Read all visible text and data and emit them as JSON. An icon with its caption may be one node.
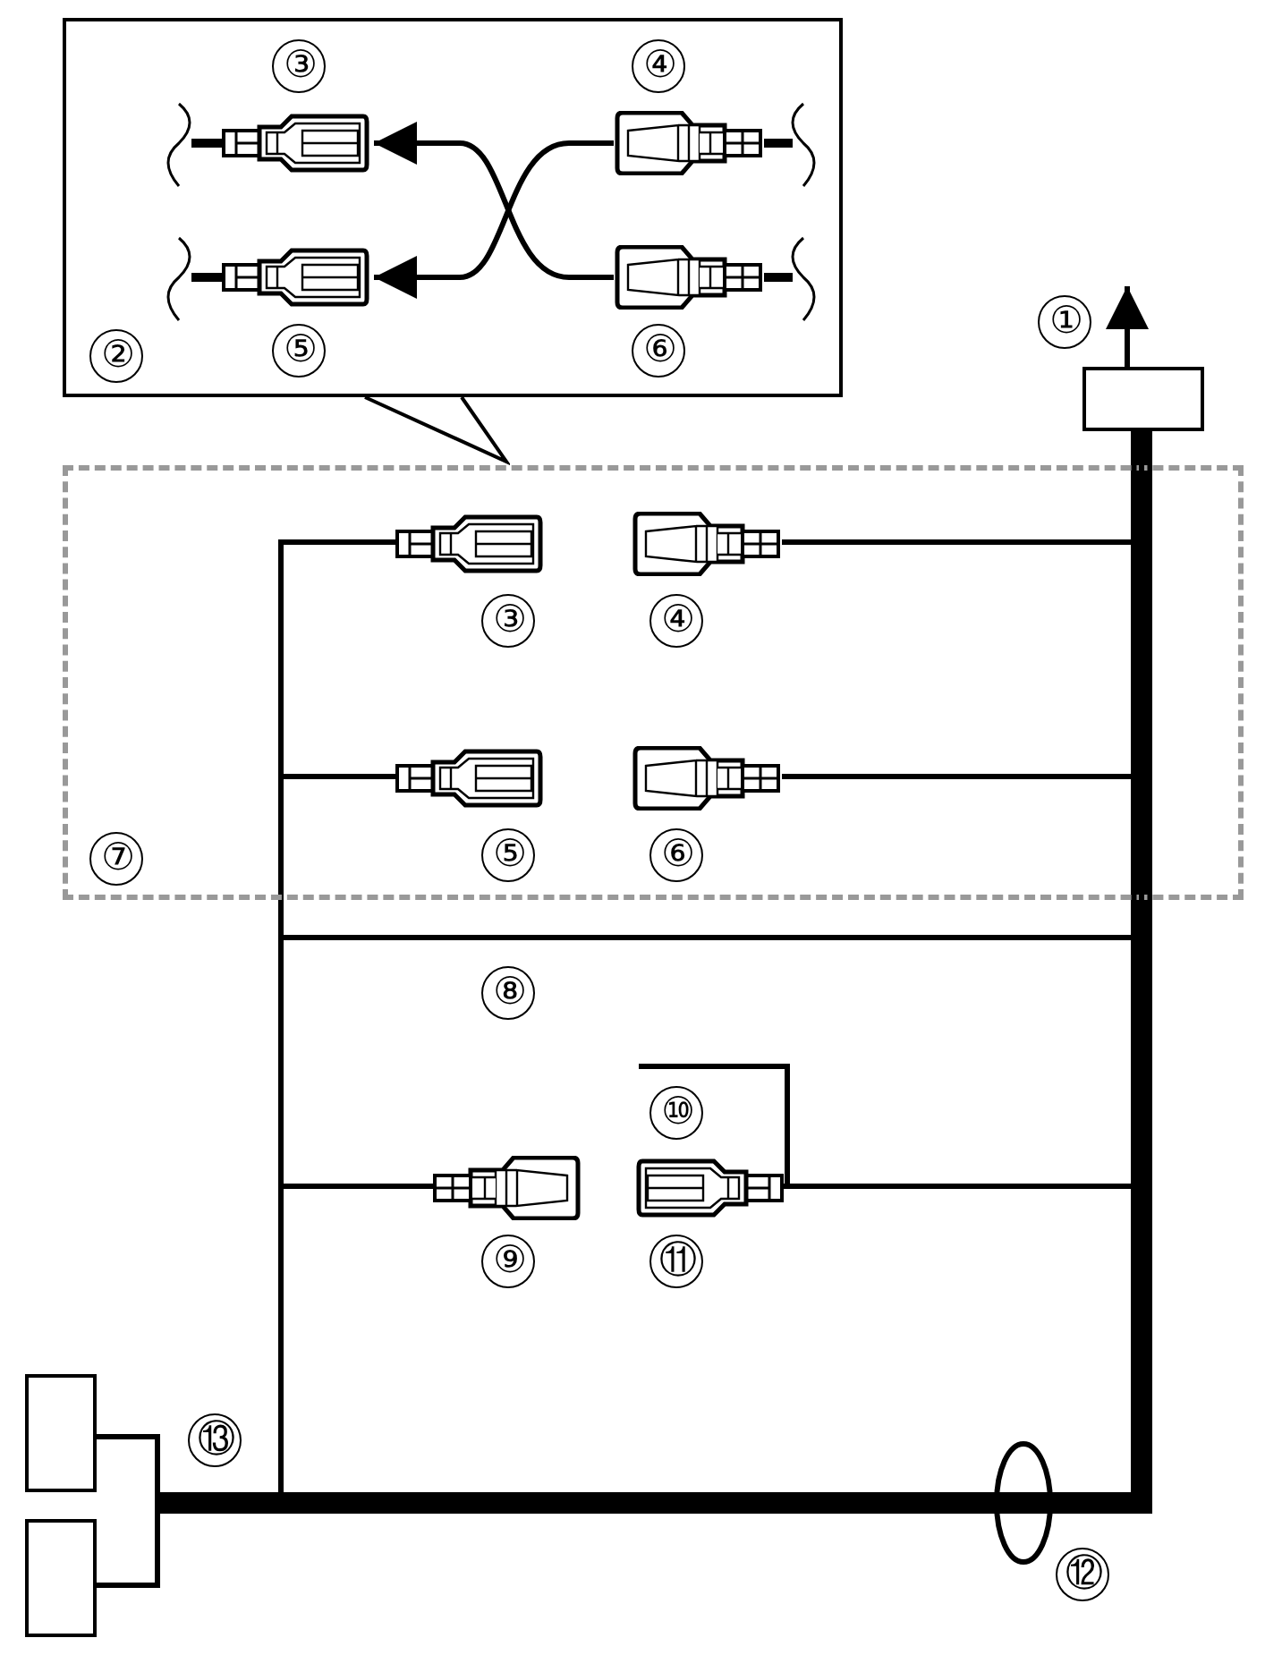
{
  "diagram": {
    "nodes": [
      {
        "text": [
          "②"
        ]
      },
      {
        "text": [],
        "shape": "picture",
        "in": 0,
        "beside": [
          "③"
        ]
      },
      {
        "text": [],
        "shape": "picture",
        "in": 0,
        "beside": [
          "④"
        ]
      },
      {
        "text": [],
        "shape": "picture",
        "in": 0,
        "beside": [
          "⑤"
        ]
      },
      {
        "text": [],
        "shape": "picture",
        "in": 0,
        "beside": [
          "⑥"
        ]
      },
      {
        "text": [],
        "shape": "box",
        "beside": [
          "①"
        ]
      },
      {
        "text": [
          "⑦"
        ]
      },
      {
        "text": [],
        "shape": "picture",
        "in": 6,
        "beside": [
          "③"
        ]
      },
      {
        "text": [],
        "shape": "picture",
        "in": 6,
        "beside": [
          "④"
        ]
      },
      {
        "text": [],
        "shape": "picture",
        "in": 6,
        "beside": [
          "⑤"
        ]
      },
      {
        "text": [],
        "shape": "picture",
        "in": 6,
        "beside": [
          "⑥"
        ]
      },
      {
        "text": [],
        "shape": "picture",
        "beside": [
          "⑨"
        ]
      },
      {
        "text": [],
        "shape": "picture",
        "beside": [
          "⑪"
        ]
      },
      {
        "text": [],
        "shape": "box"
      },
      {
        "text": [],
        "shape": "box"
      }
    ],
    "edges": [
      {
        "from": 4,
        "to": 1,
        "arrow": "to"
      },
      {
        "from": 2,
        "to": 3,
        "arrow": "to"
      },
      {
        "from": 5,
        "to": null,
        "arrow": "to"
      },
      {
        "from": 5,
        "to": 13,
        "arrow": "none"
      },
      {
        "from": 5,
        "to": 14,
        "arrow": "none"
      }
    ],
    "labels": [
      "⑧",
      "⑩",
      "⑫",
      "⑬"
    ]
  }
}
